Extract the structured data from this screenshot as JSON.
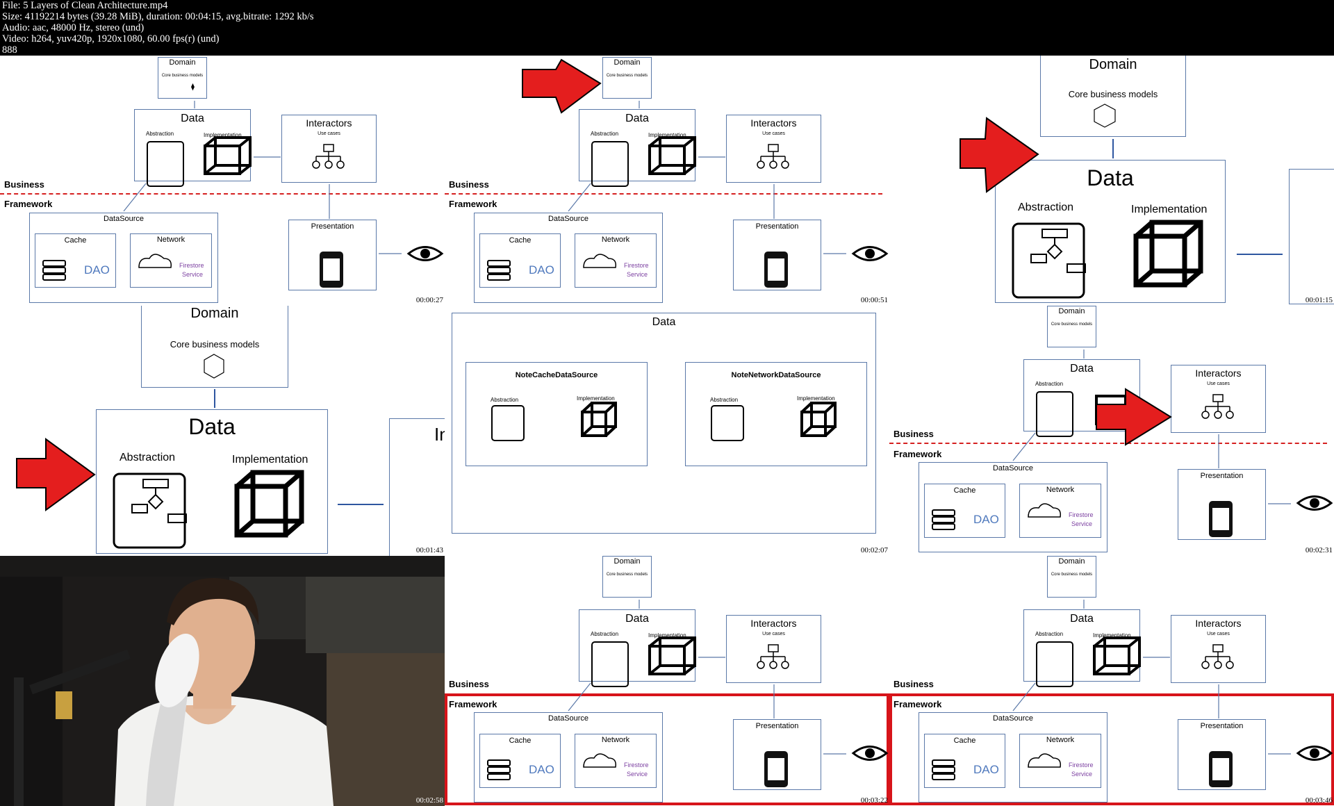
{
  "header": {
    "line1": "File: 5 Layers of Clean Architecture.mp4",
    "line2": "Size: 41192214 bytes (39.28 MiB), duration: 00:04:15, avg.bitrate: 1292 kb/s",
    "line3": "Audio: aac, 48000 Hz, stereo (und)",
    "line4": "Video: h264, yuv420p, 1920x1080, 60.00 fps(r) (und)",
    "line5": "888"
  },
  "labels": {
    "domain": "Domain",
    "core": "Core business models",
    "data": "Data",
    "abstraction": "Abstraction",
    "implementation": "Implementation",
    "interactors": "Interactors",
    "use_cases": "Use cases",
    "business": "Business",
    "framework": "Framework",
    "datasource": "DataSource",
    "cache": "Cache",
    "network": "Network",
    "dao": "DAO",
    "firestore": "Firestore",
    "service": "Service",
    "presentation": "Presentation",
    "note_cache": "NoteCacheDataSource",
    "note_network": "NoteNetworkDataSource",
    "cut_letter": "In"
  },
  "timestamps": {
    "t1": "00:00:27",
    "t2": "00:00:51",
    "t3": "00:01:15",
    "t4": "00:01:43",
    "t5": "00:02:07",
    "t6": "00:02:31",
    "t7": "00:02:58",
    "t8": "00:03:22",
    "t9": "00:03:46"
  },
  "colors": {
    "box_border": "#5a78a8",
    "red_arrow": "#e41e1e",
    "red_dash": "#d52020",
    "dao": "#4f79bd",
    "firestore": "#7b3fa0",
    "highlight": "#d7141a"
  }
}
